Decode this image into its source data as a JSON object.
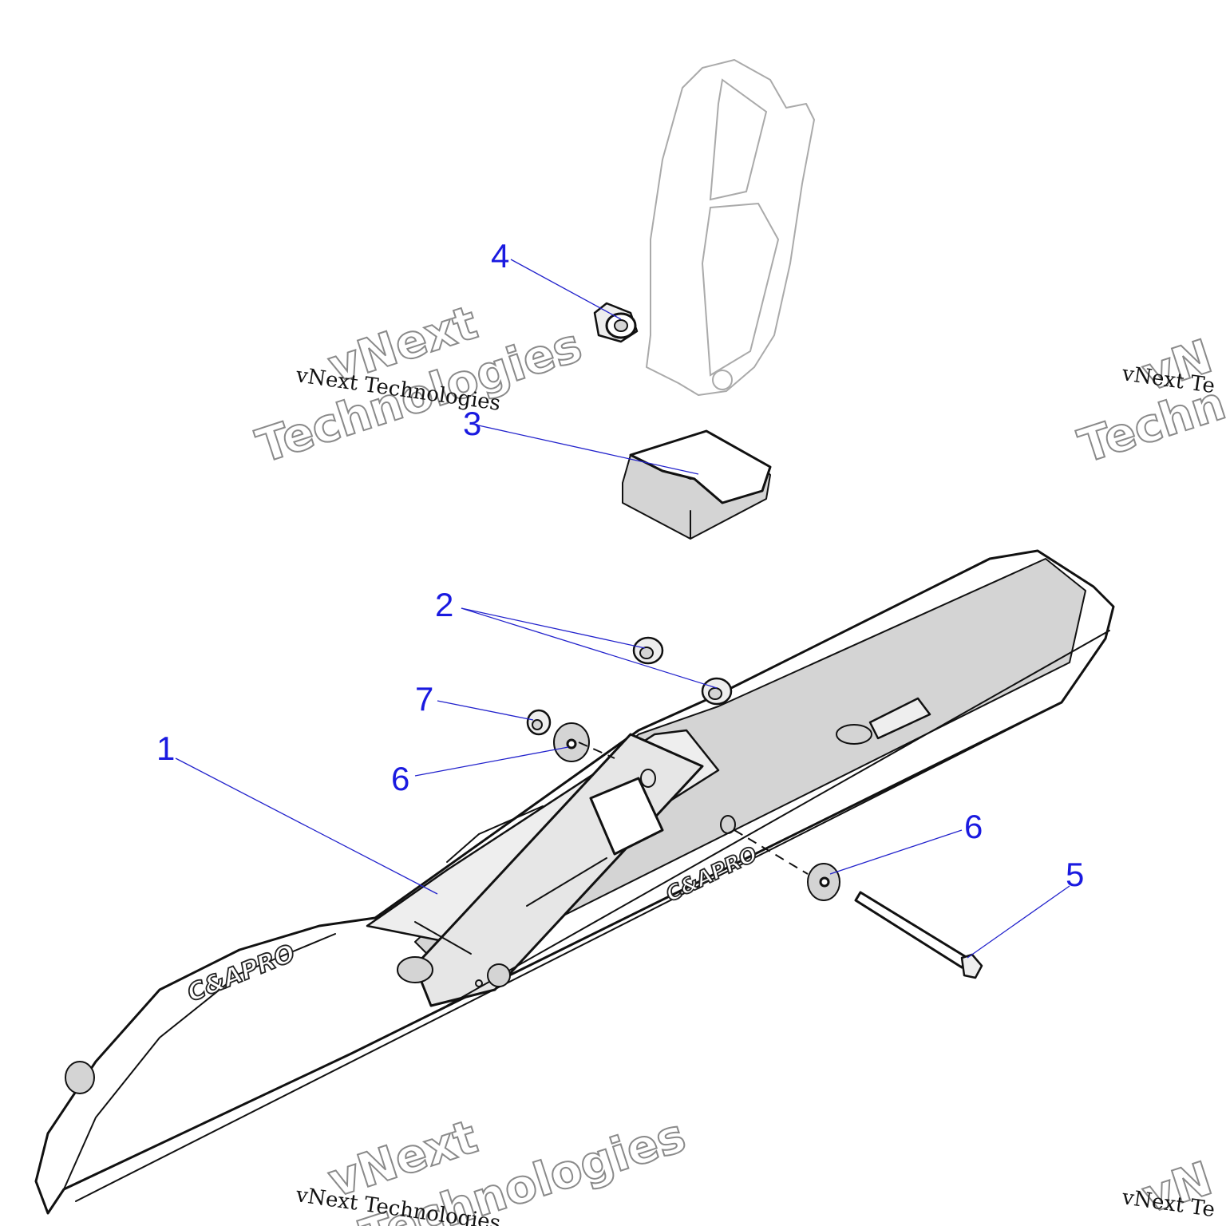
{
  "callouts": [
    {
      "id": "1",
      "label": "1"
    },
    {
      "id": "2",
      "label": "2"
    },
    {
      "id": "3",
      "label": "3"
    },
    {
      "id": "4",
      "label": "4"
    },
    {
      "id": "5",
      "label": "5"
    },
    {
      "id": "6a",
      "label": "6"
    },
    {
      "id": "6b",
      "label": "6"
    },
    {
      "id": "7",
      "label": "7"
    }
  ],
  "watermark": {
    "line": "vNext Technologies",
    "big_top": "vNext",
    "big_bottom": "Technologies",
    "partial_line": "vNext Te",
    "partial_big_top": "vN",
    "partial_big_bottom": "Techn"
  },
  "ski_logo": "C&APRO",
  "colors": {
    "callout": "#1a1ae0",
    "leader": "#2222cc",
    "shade": "#d4d4d4"
  }
}
